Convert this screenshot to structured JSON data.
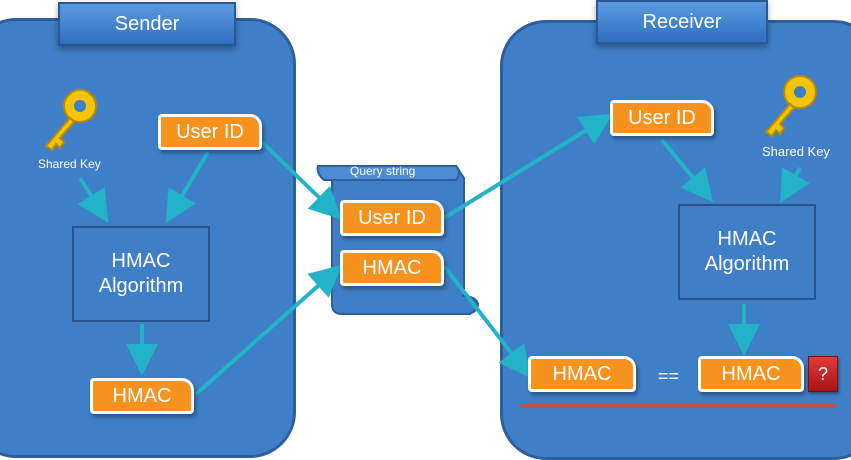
{
  "sender": {
    "title": "Sender",
    "key_label": "Shared Key",
    "user_id": "User ID",
    "algorithm_line1": "HMAC",
    "algorithm_line2": "Algorithm",
    "hmac": "HMAC"
  },
  "query": {
    "label": "Query string",
    "user_id": "User ID",
    "hmac": "HMAC"
  },
  "receiver": {
    "title": "Receiver",
    "key_label": "Shared Key",
    "user_id": "User ID",
    "algorithm_line1": "HMAC",
    "algorithm_line2": "Algorithm",
    "hmac_received": "HMAC",
    "equals": "==",
    "hmac_computed": "HMAC",
    "question": "?"
  },
  "colors": {
    "panel": "#3f7fc7",
    "tag": "#f7921e",
    "arrow": "#22b3c9",
    "key": "#f5c400",
    "underline": "#c0504d"
  }
}
